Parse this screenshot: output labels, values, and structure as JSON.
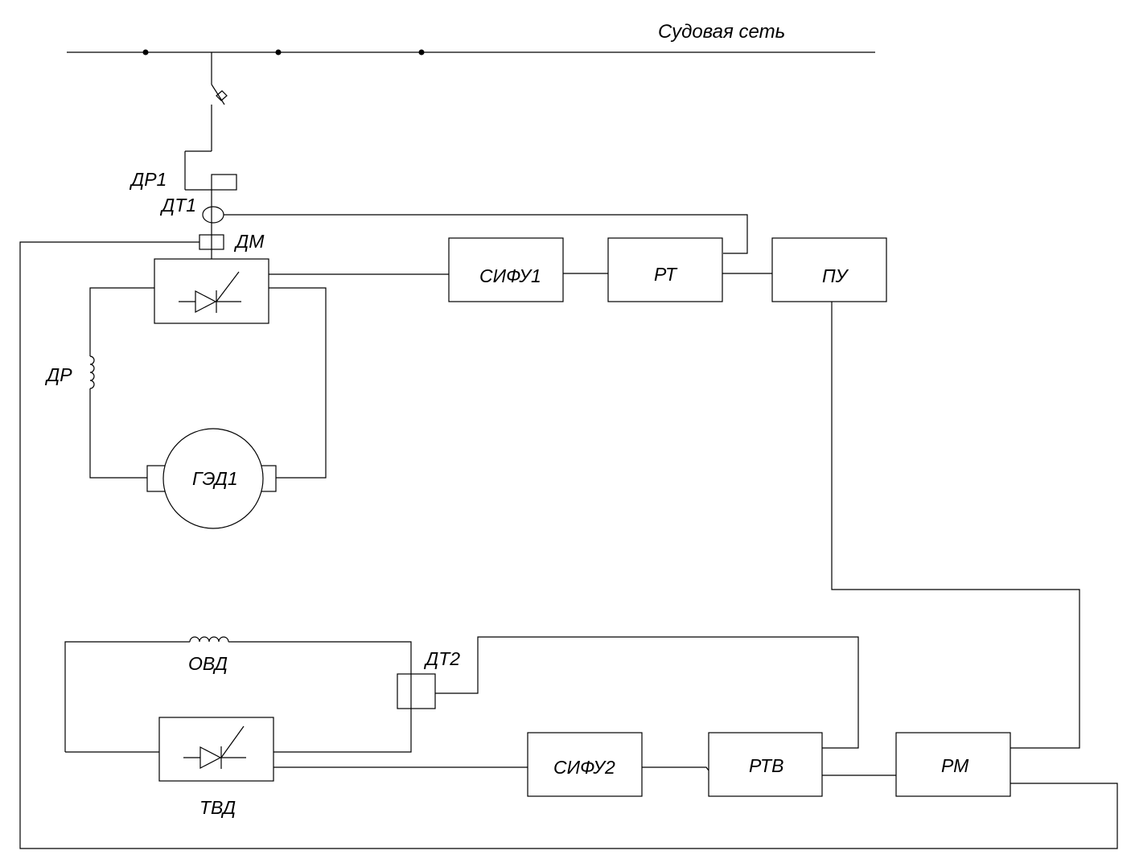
{
  "diagram": {
    "network_label": "Судовая сеть",
    "labels": {
      "dr1": "ДР1",
      "dt1": "ДТ1",
      "dm": "ДМ",
      "dr": "ДР",
      "ovd": "ОВД",
      "dt2": "ДТ2",
      "tvd": "ТВД"
    },
    "blocks": {
      "sifu1": "СИФУ1",
      "rt": "РТ",
      "pu": "ПУ",
      "ged1": "ГЭД1",
      "sifu2": "СИФУ2",
      "rtv": "РТВ",
      "rm": "РМ"
    }
  }
}
